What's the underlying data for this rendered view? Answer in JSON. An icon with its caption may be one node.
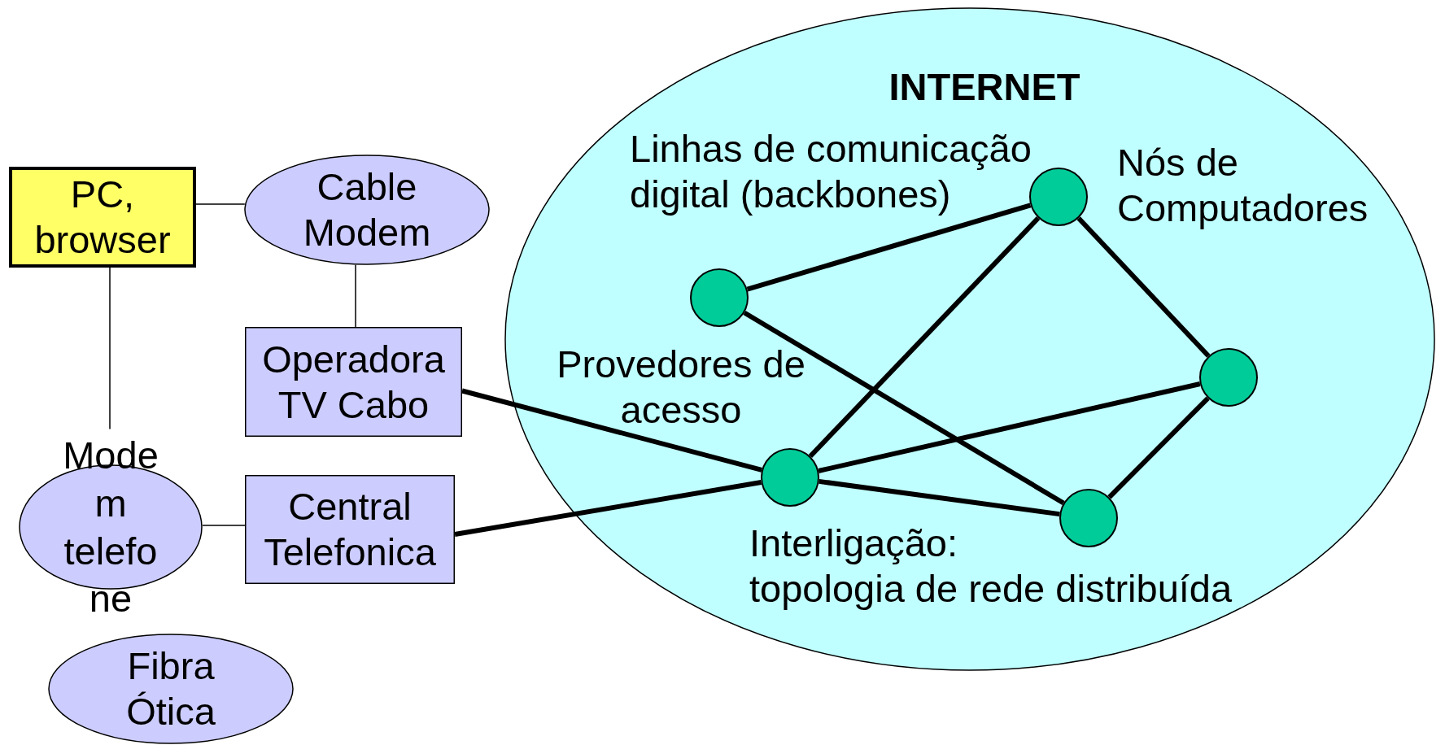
{
  "diagram": {
    "nodes": [
      {
        "text": [
          "INTERNET"
        ]
      },
      {
        "text": [
          "PC, browser"
        ]
      },
      {
        "text": [
          "Cable Modem"
        ]
      },
      {
        "text": [
          "Operadora TV Cabo"
        ]
      },
      {
        "text": [
          "Modem telefone"
        ]
      },
      {
        "text": [
          "Central Telefonica"
        ]
      },
      {
        "text": [
          "Fibra Ótica"
        ]
      },
      {
        "text": [],
        "shape": "circle",
        "in": 0
      },
      {
        "text": [],
        "shape": "circle",
        "in": 0
      },
      {
        "text": [],
        "shape": "circle",
        "in": 0
      },
      {
        "text": [],
        "shape": "circle",
        "in": 0
      },
      {
        "text": [],
        "shape": "circle",
        "in": 0
      }
    ],
    "edges": [
      {
        "from": 1,
        "to": 2,
        "arrow": "none"
      },
      {
        "from": 2,
        "to": 3,
        "arrow": "none"
      },
      {
        "from": 1,
        "to": 4,
        "arrow": "none"
      },
      {
        "from": 4,
        "to": 5,
        "arrow": "none"
      },
      {
        "from": 3,
        "to": 10,
        "arrow": "none"
      },
      {
        "from": 5,
        "to": 10,
        "arrow": "none"
      },
      {
        "from": 8,
        "to": 7,
        "arrow": "none"
      },
      {
        "from": 8,
        "to": 11,
        "arrow": "none"
      },
      {
        "from": 7,
        "to": 10,
        "arrow": "none"
      },
      {
        "from": 7,
        "to": 9,
        "arrow": "none"
      },
      {
        "from": 9,
        "to": 10,
        "arrow": "none"
      },
      {
        "from": 9,
        "to": 11,
        "arrow": "none"
      },
      {
        "from": 10,
        "to": 11,
        "arrow": "none"
      }
    ],
    "labels": [
      "Linhas de comunicação digital (backbones)",
      "Nós de Computadores",
      "Provedores de acesso",
      "Interligação:",
      "topologia de rede distribuída"
    ]
  }
}
